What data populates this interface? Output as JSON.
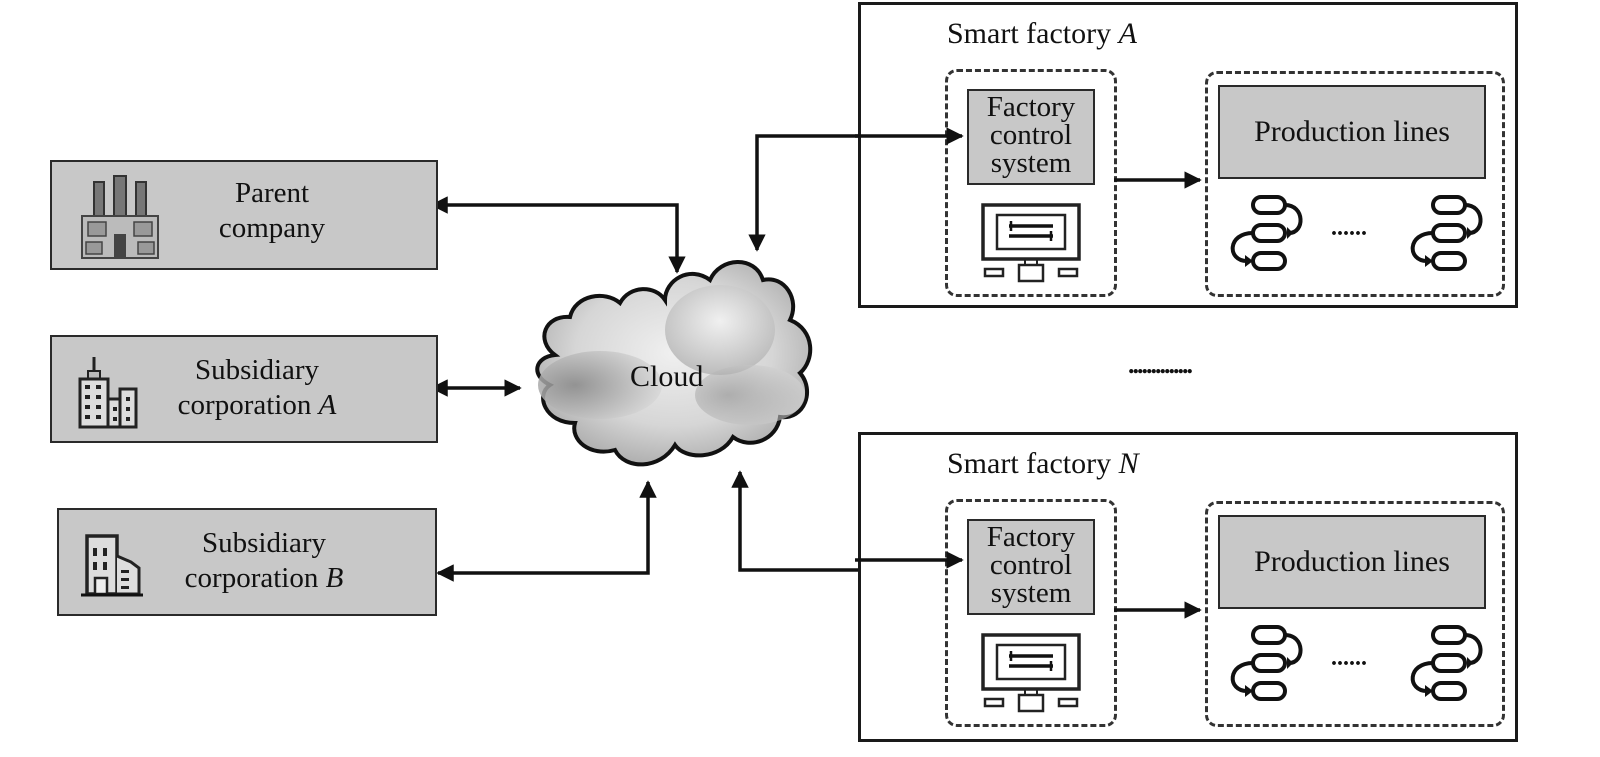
{
  "diagram": {
    "cloud": {
      "label": "Cloud",
      "icon": "cloud-icon"
    },
    "organizations": [
      {
        "id": "parent",
        "line1": "Parent",
        "line2": "company",
        "italic_suffix": "",
        "icon": "factory-building-icon"
      },
      {
        "id": "subsidiary-a",
        "line1": "Subsidiary",
        "line2": "corporation ",
        "italic_suffix": "A",
        "icon": "city-buildings-icon"
      },
      {
        "id": "subsidiary-b",
        "line1": "Subsidiary",
        "line2": "corporation ",
        "italic_suffix": "B",
        "icon": "office-building-icon"
      }
    ],
    "factories": [
      {
        "id": "factory-a",
        "title_prefix": "Smart factory ",
        "title_italic": "A",
        "control_system": {
          "line1": "Factory",
          "line2": "control",
          "line3": "system",
          "icon": "monitor-sync-icon"
        },
        "production": {
          "label": "Production lines",
          "icon": "workflow-loop-icon",
          "ellipsis": "......"
        }
      },
      {
        "id": "factory-n",
        "title_prefix": "Smart factory ",
        "title_italic": "N",
        "control_system": {
          "line1": "Factory",
          "line2": "control",
          "line3": "system",
          "icon": "monitor-sync-icon"
        },
        "production": {
          "label": "Production lines",
          "icon": "workflow-loop-icon",
          "ellipsis": "......"
        }
      }
    ],
    "between_factories_ellipsis": "..............",
    "connections": [
      {
        "from": "parent",
        "to": "cloud",
        "type": "bidirectional"
      },
      {
        "from": "subsidiary-a",
        "to": "cloud",
        "type": "bidirectional"
      },
      {
        "from": "subsidiary-b",
        "to": "cloud",
        "type": "bidirectional"
      },
      {
        "from": "cloud",
        "to": "factory-a.control_system",
        "type": "bidirectional"
      },
      {
        "from": "cloud",
        "to": "factory-n.control_system",
        "type": "bidirectional"
      },
      {
        "from": "factory-a.control_system",
        "to": "factory-a.production",
        "type": "directed"
      },
      {
        "from": "factory-n.control_system",
        "to": "factory-n.production",
        "type": "directed"
      }
    ]
  }
}
